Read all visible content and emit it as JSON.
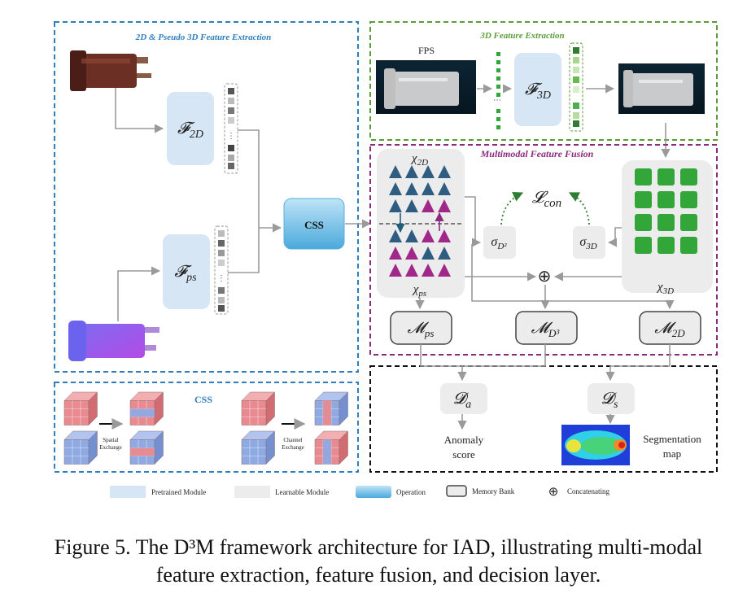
{
  "panels": {
    "feature_2d": "2D & Pseudo 3D Feature Extraction",
    "feature_3d": "3D Feature Extraction",
    "fusion": "Multimodal Feature Fusion",
    "css": "CSS"
  },
  "labels": {
    "fps": "FPS",
    "css_op": "CSS",
    "spatial_exchange": [
      "Spatial",
      "Exchange"
    ],
    "channel_exchange": [
      "Channel",
      "Exchange"
    ],
    "anomaly_score": [
      "Anomaly",
      "score"
    ],
    "segmentation_map": [
      "Segmentation",
      "map"
    ]
  },
  "math": {
    "f2d": [
      "𝓕",
      "2D"
    ],
    "fps": [
      "𝓕",
      "ps"
    ],
    "f3d": [
      "𝓕",
      "3D"
    ],
    "chi2d": [
      "χ",
      "2D"
    ],
    "chips": [
      "χ",
      "ps"
    ],
    "chi3d": [
      "χ",
      "3D"
    ],
    "lcon": [
      "𝓛",
      "con"
    ],
    "sigma_d2": [
      "σ",
      "D²"
    ],
    "sigma_3d": [
      "σ",
      "3D"
    ],
    "mps": [
      "𝓜",
      "ps"
    ],
    "md3": [
      "𝓜",
      "D³"
    ],
    "m2d": [
      "𝓜",
      "2D"
    ],
    "da": [
      "𝓓",
      "a"
    ],
    "ds": [
      "𝓓",
      "s"
    ],
    "oplus": "⊕"
  },
  "legend": [
    {
      "label": "Pretrained Module"
    },
    {
      "label": "Learnable Module"
    },
    {
      "label": "Operation"
    },
    {
      "label": "Memory Bank"
    },
    {
      "label": "Concatenating"
    }
  ],
  "caption": "Figure 5.  The D³M framework architecture for IAD, illustrating multi-modal feature extraction, feature fusion, and decision layer.",
  "colors": {
    "blue_dash": "#2f7fc0",
    "green_dash": "#5a9e3a",
    "purple_dash": "#8a2a7e",
    "pretrained": "#d6e6f5",
    "learnable": "#ececec",
    "operation": "#7cc4ec",
    "triangle_blue": "#2f5d82",
    "triangle_purple": "#a0288a",
    "square_green": "#33a63a"
  }
}
